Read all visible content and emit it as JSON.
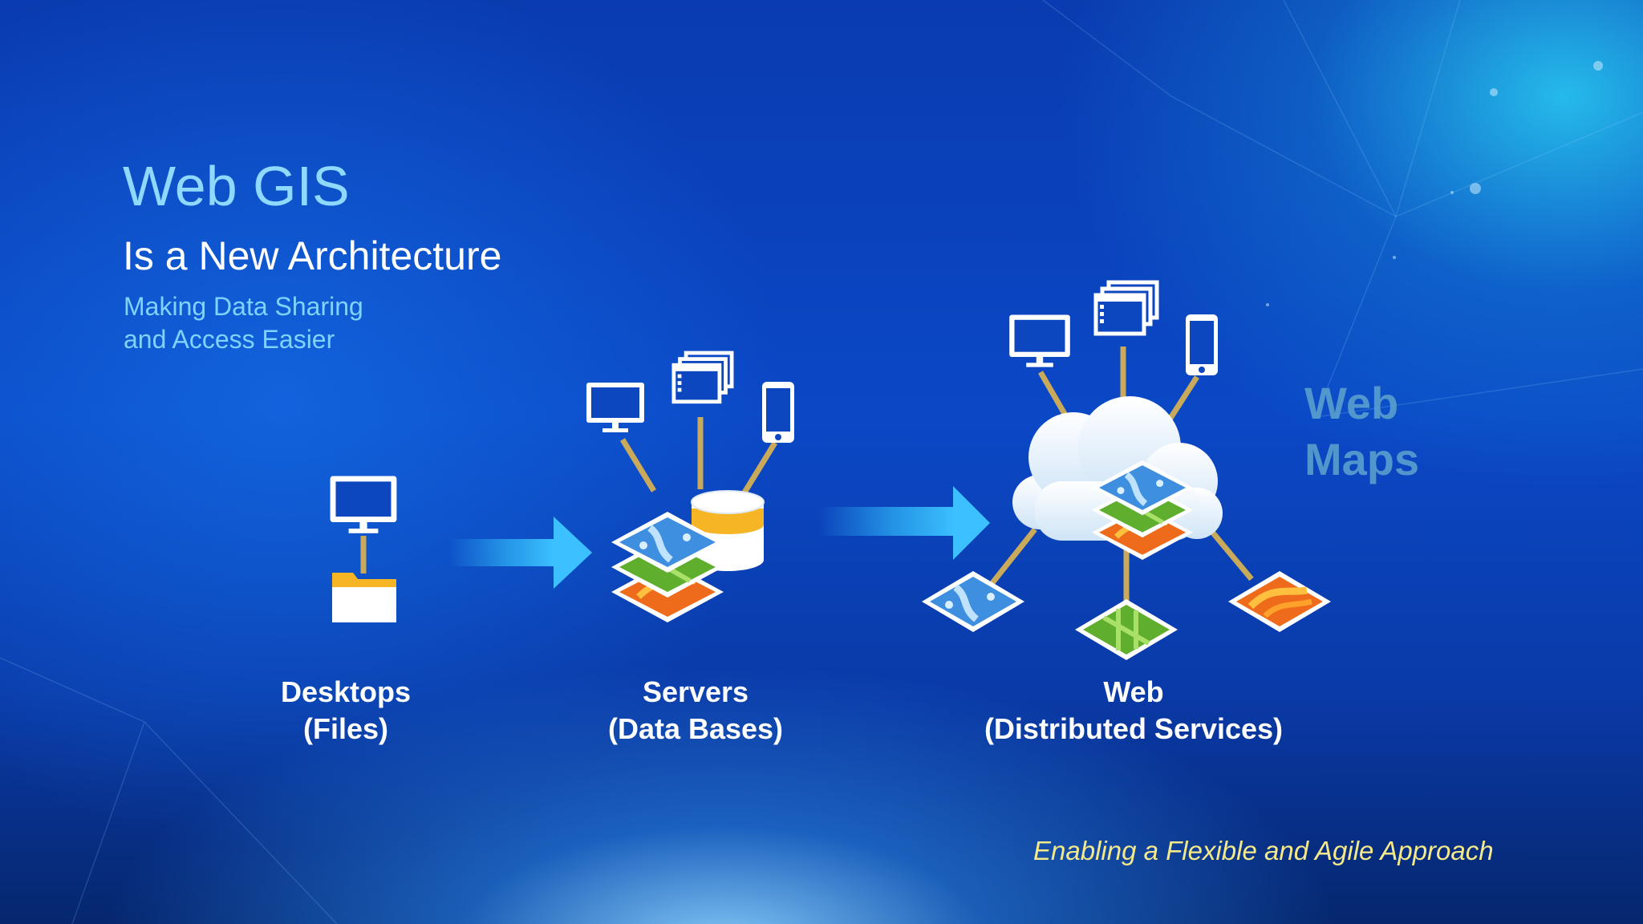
{
  "slide": {
    "title": "Web GIS",
    "subtitle": "Is a New Architecture",
    "tagline_lines": [
      "Making Data Sharing",
      "and Access Easier"
    ],
    "footer": "Enabling a Flexible and Agile Approach",
    "side_label": [
      "Web",
      "Maps"
    ]
  },
  "stages": [
    {
      "id": "desktops",
      "label_lines": [
        "Desktops",
        "(Files)"
      ],
      "icons": [
        "monitor-icon",
        "folder-icon"
      ]
    },
    {
      "id": "servers",
      "label_lines": [
        "Servers",
        "(Data Bases)"
      ],
      "icons": [
        "monitor-icon",
        "windows-icon",
        "phone-icon",
        "map-layers-icon",
        "database-icon"
      ]
    },
    {
      "id": "web",
      "label_lines": [
        "Web",
        "(Distributed Services)"
      ],
      "icons": [
        "monitor-icon",
        "windows-icon",
        "phone-icon",
        "cloud-icon",
        "map-layers-icon",
        "map-tile-icon"
      ]
    }
  ],
  "colors": {
    "title": "#8fd9ff",
    "tagline": "#7fd3ff",
    "footer": "#f4e98a",
    "side_label": "#5ea4cf",
    "connector": "#c9a95a",
    "arrow": "#2aa8f0"
  }
}
